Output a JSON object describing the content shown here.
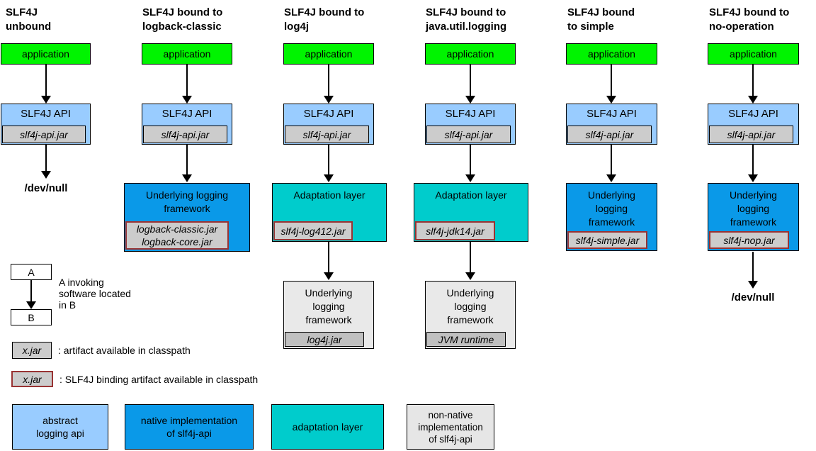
{
  "colors": {
    "application_green": "#00f400",
    "api_light_blue": "#99ccff",
    "native_blue": "#0a99e8",
    "adaptation_teal": "#00cccc",
    "jar_gray": "#cccccc",
    "jar_dark_gray": "#c0c0c0",
    "framework_light_gray": "#e9e9e9",
    "nonnative_light_gray": "#e6e6e6",
    "binding_border_red": "#993333"
  },
  "columns": [
    {
      "title": [
        "SLF4J",
        "unbound"
      ],
      "app_label": "application",
      "api_label": "SLF4J API",
      "api_jar": "slf4j-api.jar",
      "sink_label": "/dev/null"
    },
    {
      "title": [
        "SLF4J bound to",
        "logback-classic"
      ],
      "app_label": "application",
      "api_label": "SLF4J API",
      "api_jar": "slf4j-api.jar",
      "impl_label": [
        "Underlying logging",
        "framework"
      ],
      "impl_jars": [
        "logback-classic.jar",
        "logback-core.jar"
      ]
    },
    {
      "title": [
        "SLF4J bound to",
        "log4j"
      ],
      "app_label": "application",
      "api_label": "SLF4J API",
      "api_jar": "slf4j-api.jar",
      "impl_label": [
        "Adaptation layer"
      ],
      "impl_jars": [
        "slf4j-log412.jar"
      ],
      "underlying_label": [
        "Underlying",
        "logging",
        "framework"
      ],
      "underlying_jar": "log4j.jar"
    },
    {
      "title": [
        "SLF4J bound to",
        "java.util.logging"
      ],
      "app_label": "application",
      "api_label": "SLF4J API",
      "api_jar": "slf4j-api.jar",
      "impl_label": [
        "Adaptation layer"
      ],
      "impl_jars": [
        "slf4j-jdk14.jar"
      ],
      "underlying_label": [
        "Underlying",
        "logging",
        "framework"
      ],
      "underlying_jar": "JVM runtime"
    },
    {
      "title": [
        "SLF4J bound",
        "to simple"
      ],
      "app_label": "application",
      "api_label": "SLF4J API",
      "api_jar": "slf4j-api.jar",
      "impl_label": [
        "Underlying",
        "logging",
        "framework"
      ],
      "impl_jars": [
        "slf4j-simple.jar"
      ]
    },
    {
      "title": [
        "SLF4J bound to",
        "no-operation"
      ],
      "app_label": "application",
      "api_label": "SLF4J API",
      "api_jar": "slf4j-api.jar",
      "impl_label": [
        "Underlying",
        "logging",
        "framework"
      ],
      "impl_jars": [
        "slf4j-nop.jar"
      ],
      "sink_label": "/dev/null"
    }
  ],
  "legend": {
    "invoke_a": "A",
    "invoke_b": "B",
    "invoke_text": [
      "A invoking",
      "software located",
      "in B"
    ],
    "jar_plain_box": "x.jar",
    "jar_plain_text": ": artifact available in classpath",
    "jar_binding_box": "x.jar",
    "jar_binding_text": ": SLF4J binding artifact available in classpath",
    "keys": [
      {
        "label": [
          "abstract",
          "logging api"
        ]
      },
      {
        "label": [
          "native implementation",
          "of slf4j-api"
        ]
      },
      {
        "label": [
          "adaptation layer"
        ]
      },
      {
        "label": [
          "non-native",
          "implementation",
          "of slf4j-api"
        ]
      }
    ]
  }
}
